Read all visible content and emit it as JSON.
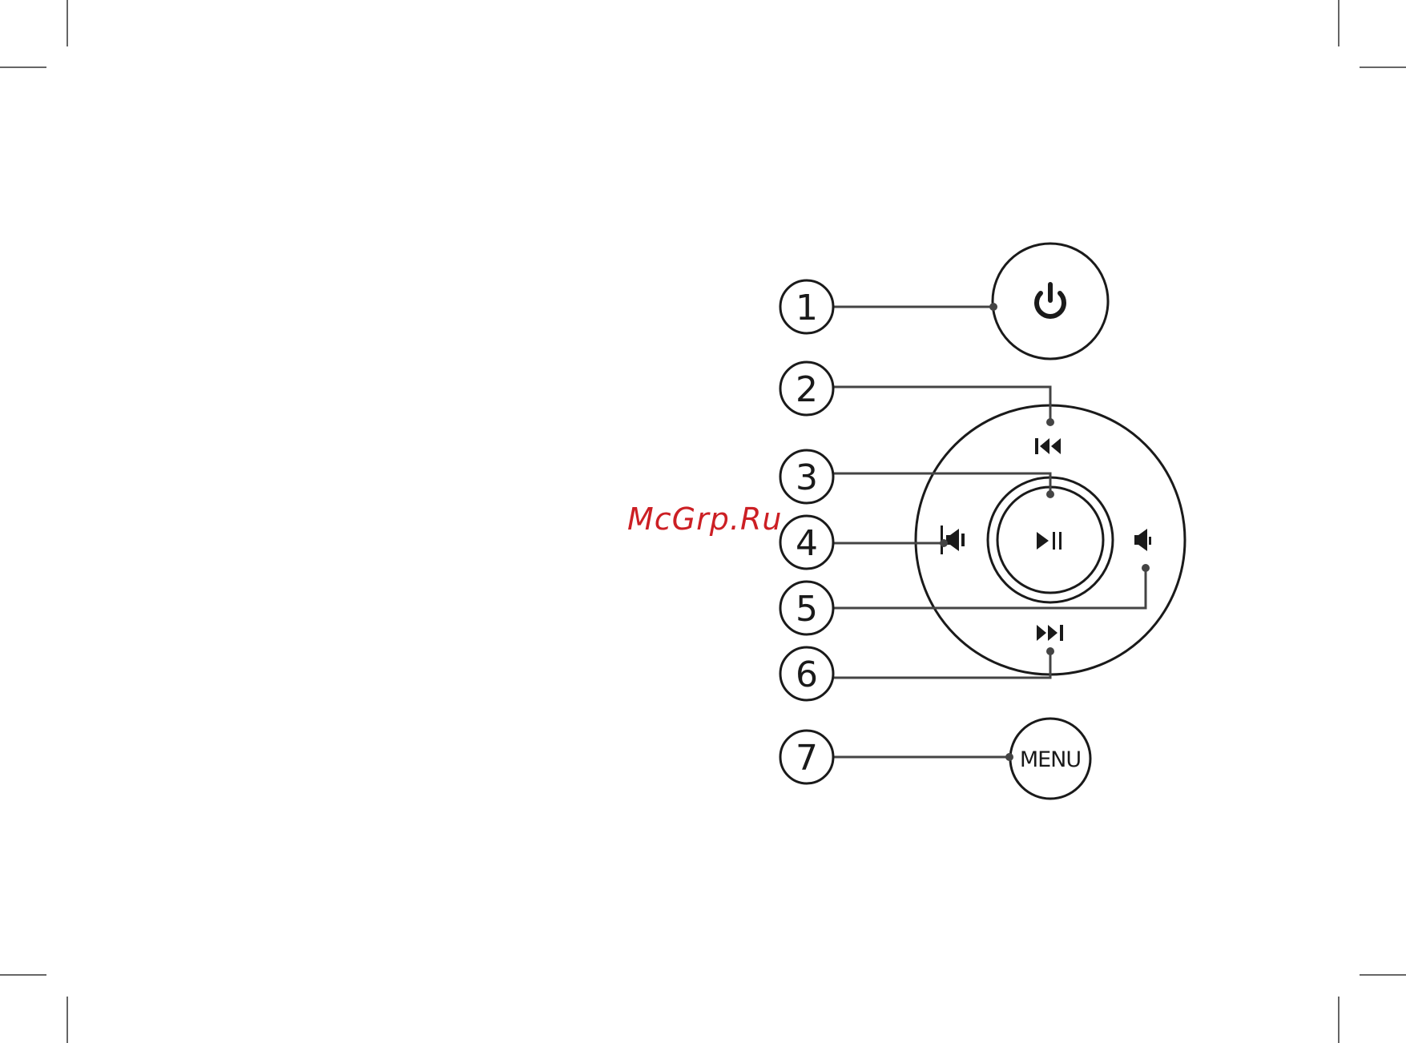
{
  "watermark": "McGrp.Ru",
  "callouts": [
    {
      "number": "1",
      "target": "power-button",
      "icon": "power-icon"
    },
    {
      "number": "2",
      "target": "previous-track-button",
      "icon": "skip-back-icon"
    },
    {
      "number": "3",
      "target": "play-pause-button",
      "icon": "play-pause-icon"
    },
    {
      "number": "4",
      "target": "volume-down-button",
      "icon": "volume-down-icon"
    },
    {
      "number": "5",
      "target": "volume-up-button",
      "icon": "volume-up-icon"
    },
    {
      "number": "6",
      "target": "next-track-button",
      "icon": "skip-forward-icon"
    },
    {
      "number": "7",
      "target": "menu-button",
      "icon": "menu-label"
    }
  ],
  "menu_button": {
    "label": "MENU"
  },
  "colors": {
    "line": "#444444",
    "outline": "#1a1a1a",
    "watermark": "#cc1f24"
  }
}
